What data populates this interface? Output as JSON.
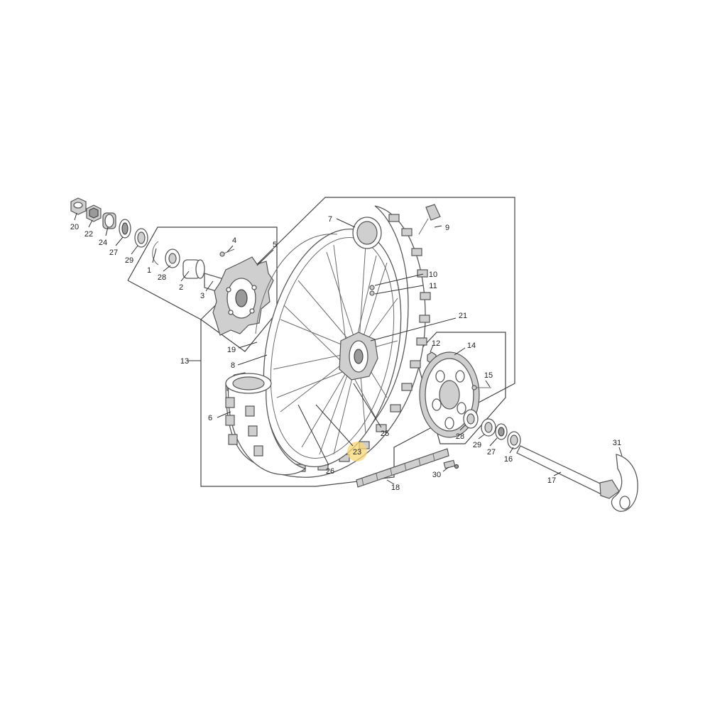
{
  "diagram": {
    "highlighted_callout": "23",
    "callouts": {
      "c1": "1",
      "c2": "2",
      "c3": "3",
      "c4": "4",
      "c5": "5",
      "c6": "6",
      "c7": "7",
      "c8": "8",
      "c9": "9",
      "c10": "10",
      "c11": "11",
      "c12": "12",
      "c13": "13",
      "c14": "14",
      "c15": "15",
      "c16": "16",
      "c17": "17",
      "c18": "18",
      "c19": "19",
      "c20": "20",
      "c21": "21",
      "c22": "22",
      "c23": "23",
      "c24": "24",
      "c25": "25",
      "c26": "26",
      "c27a": "27",
      "c27b": "27",
      "c28a": "28",
      "c28b": "28",
      "c29a": "29",
      "c29b": "29",
      "c30": "30",
      "c31": "31"
    }
  }
}
